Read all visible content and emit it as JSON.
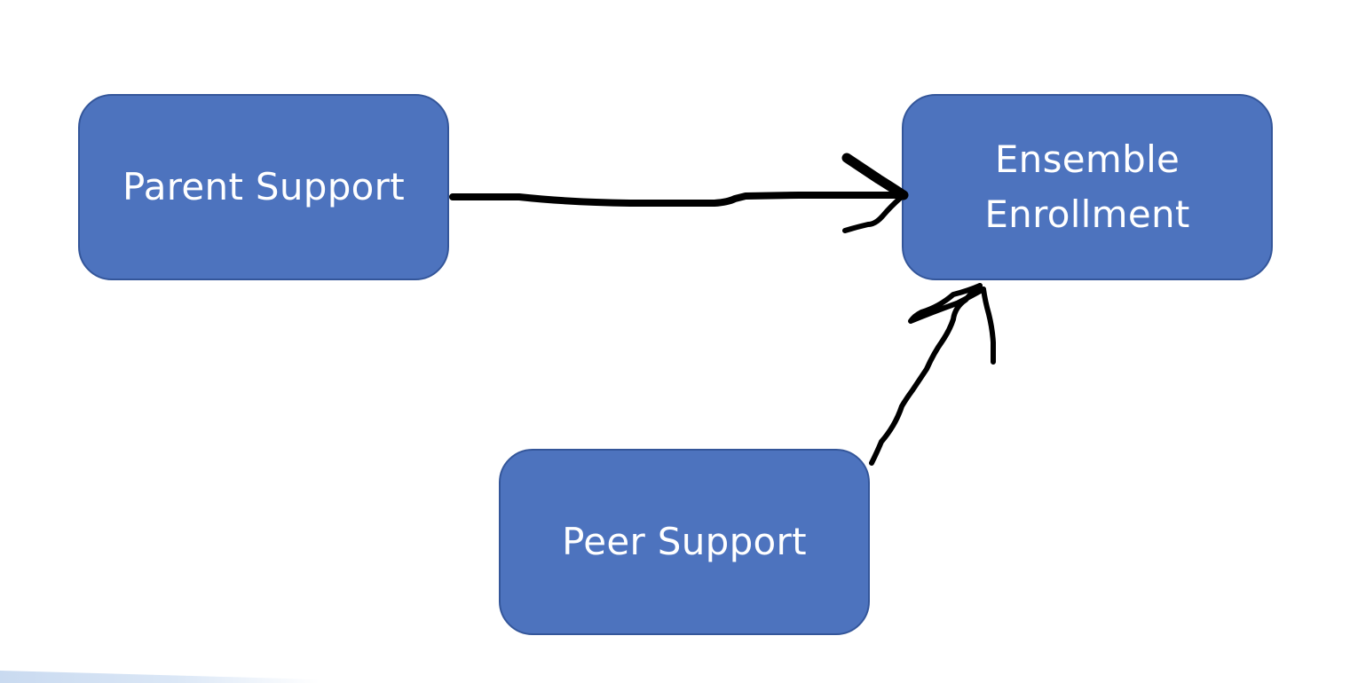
{
  "nodes": [
    {
      "id": "parent",
      "label": "Parent Support"
    },
    {
      "id": "ensemble",
      "label": "Ensemble\nEnrollment"
    },
    {
      "id": "peer",
      "label": "Peer Support"
    }
  ],
  "edges": [
    {
      "from": "parent",
      "to": "ensemble",
      "style": "hand-drawn arrow"
    },
    {
      "from": "peer",
      "to": "ensemble",
      "style": "hand-drawn arrow"
    }
  ],
  "colors": {
    "node_fill": "#4d73be",
    "node_border": "#34569a",
    "node_text": "#ffffff",
    "ink": "#000000"
  }
}
